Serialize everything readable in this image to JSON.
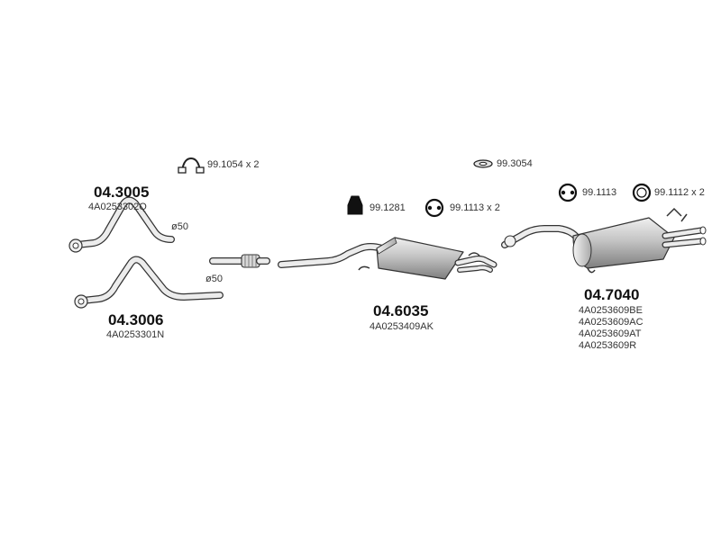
{
  "parts": {
    "front_pipe_a": {
      "number": "04.3005",
      "oe": [
        "4A0253302Q"
      ],
      "diameter": "ø50"
    },
    "front_pipe_b": {
      "number": "04.3006",
      "oe": [
        "4A0253301N"
      ],
      "diameter": "ø50"
    },
    "center_silencer": {
      "number": "04.6035",
      "oe": [
        "4A0253409AK"
      ]
    },
    "rear_silencer": {
      "number": "04.7040",
      "oe": [
        "4A0253609BE",
        "4A0253609AC",
        "4A0253609AT",
        "4A0253609R"
      ]
    }
  },
  "accessories": {
    "clamp": {
      "label": "99.1054 x 2",
      "icon": "pipe-clamp-icon"
    },
    "gasket": {
      "label": "99.3054",
      "icon": "flat-gasket-icon"
    },
    "bump_stop": {
      "label": "99.1281",
      "icon": "rubber-buffer-icon"
    },
    "mount_center": {
      "label": "99.1113 x 2",
      "icon": "rubber-mount-icon"
    },
    "mount_rear": {
      "label": "99.1113",
      "icon": "rubber-mount-icon"
    },
    "ring": {
      "label": "99.1112 x 2",
      "icon": "rubber-ring-icon"
    }
  },
  "colors": {
    "metal_light": "#e8e8e8",
    "metal_mid": "#b5b5b5",
    "metal_dark": "#6f6f6f",
    "outline": "#333333"
  }
}
